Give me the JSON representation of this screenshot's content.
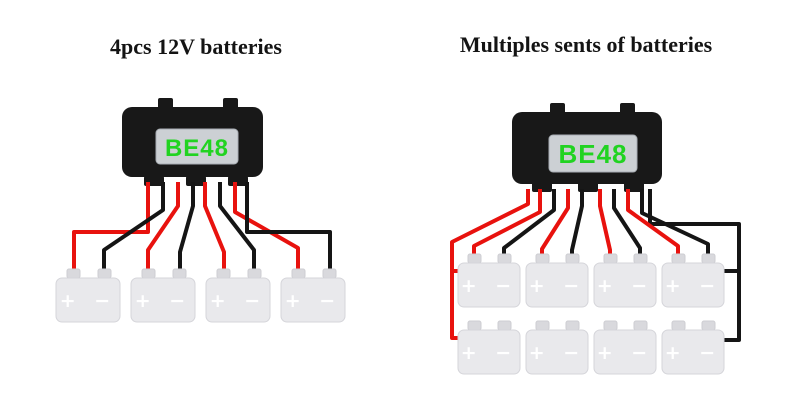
{
  "left_panel": {
    "title": "4pcs 12V batteries",
    "device_label": "BE48"
  },
  "right_panel": {
    "title": "Multiples sents of batteries",
    "device_label": "BE48"
  },
  "battery": {
    "terminals": "+ −"
  },
  "colors": {
    "background": "#ffffff",
    "title_text": "#141414",
    "wire_red": "#e8120e",
    "wire_black": "#151515",
    "device_body": "#181818",
    "device_screen": "#ccd0d4",
    "device_label_green": "#21d321",
    "battery_body": "#e9e9ec",
    "battery_terminal": "#d9d9dd",
    "terminal_text": "#ffffff"
  }
}
